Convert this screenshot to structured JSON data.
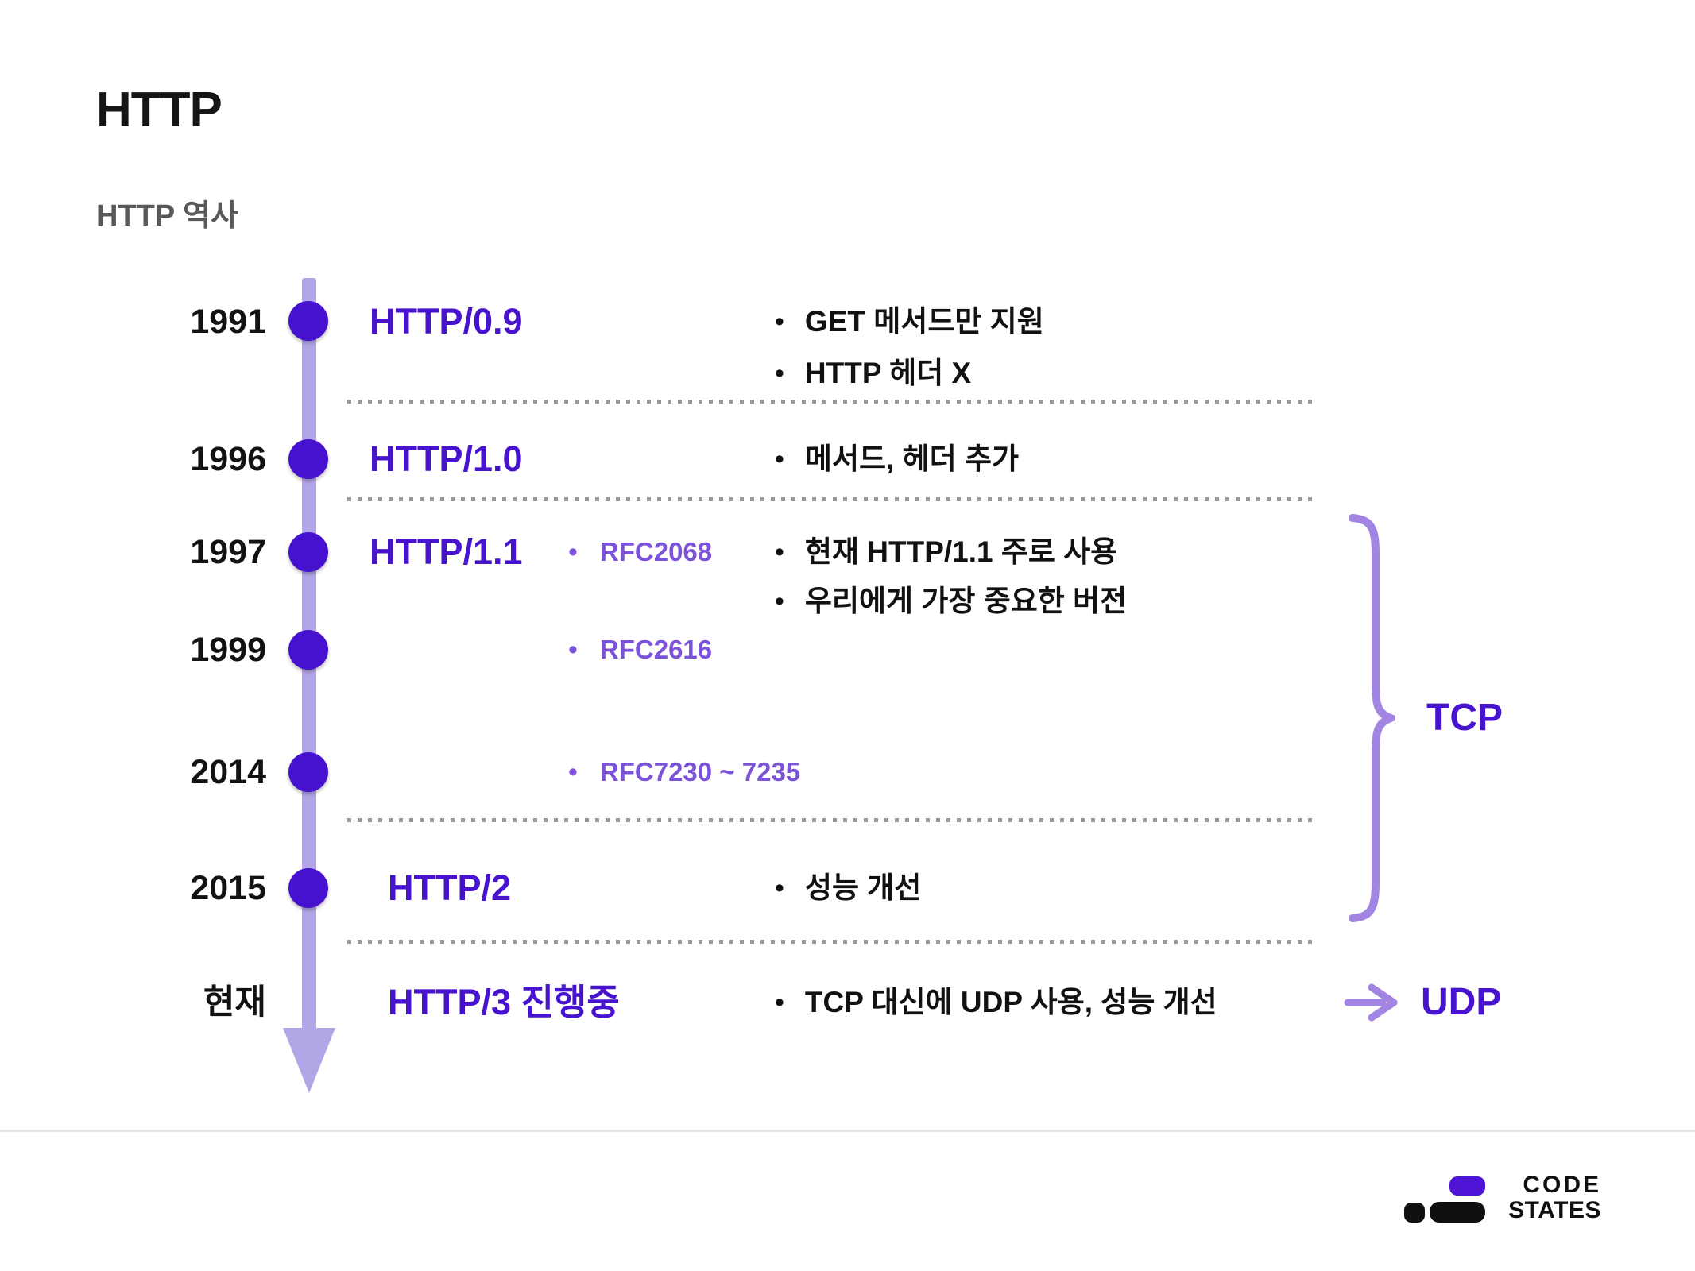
{
  "header": {
    "title": "HTTP",
    "subtitle": "HTTP 역사"
  },
  "timeline": {
    "rows": [
      {
        "year": "1991",
        "version": "HTTP/0.9",
        "bullets": [
          "GET 메서드만 지원",
          "HTTP 헤더 X"
        ]
      },
      {
        "year": "1996",
        "version": "HTTP/1.0",
        "bullets": [
          "메서드, 헤더 추가"
        ]
      },
      {
        "year": "1997",
        "version": "HTTP/1.1",
        "rfc": "RFC2068",
        "bullets": [
          "현재 HTTP/1.1 주로 사용",
          "우리에게 가장 중요한 버전"
        ]
      },
      {
        "year": "1999",
        "rfc": "RFC2616"
      },
      {
        "year": "2014",
        "rfc": "RFC7230 ~ 7235"
      },
      {
        "year": "2015",
        "version": "HTTP/2",
        "bullets": [
          "성능 개선"
        ]
      },
      {
        "year": "현재",
        "version": "HTTP/3 진행중",
        "bullets": [
          "TCP 대신에 UDP 사용, 성능 개선"
        ]
      }
    ],
    "bullet_glyph": "•"
  },
  "annotations": {
    "tcp_label": "TCP",
    "udp_label": "UDP"
  },
  "footer": {
    "logo_line1": "CODE",
    "logo_line2": "STATES"
  },
  "colors": {
    "accent_purple": "#4713ce",
    "rfc_purple": "#7b52d8",
    "timeline_light_purple": "#b3a6e6",
    "brace_purple": "#a285e2",
    "dot_purple": "#4611cf",
    "logo_purple": "#4f15d6",
    "text_black": "#111111",
    "subtitle_gray": "#595959",
    "dotted_gray": "#999999"
  }
}
